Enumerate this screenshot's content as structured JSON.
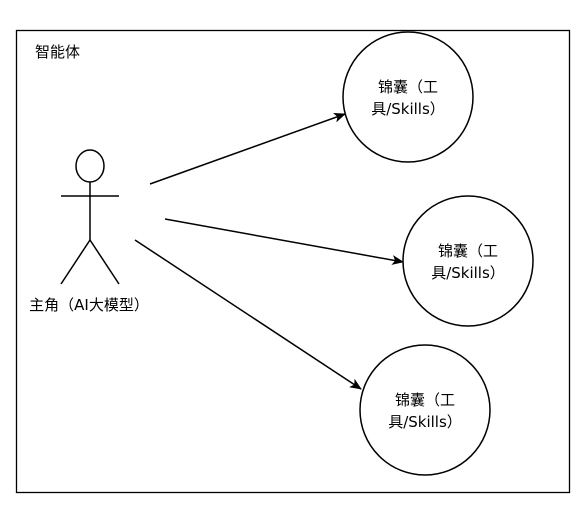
{
  "container": {
    "label": "智能体"
  },
  "actor": {
    "label": "主角（AI大模型）"
  },
  "skills": [
    {
      "line1": "锦囊（工",
      "line2": "具/Skills）"
    },
    {
      "line1": "锦囊（工",
      "line2": "具/Skills）"
    },
    {
      "line1": "锦囊（工",
      "line2": "具/Skills）"
    }
  ]
}
